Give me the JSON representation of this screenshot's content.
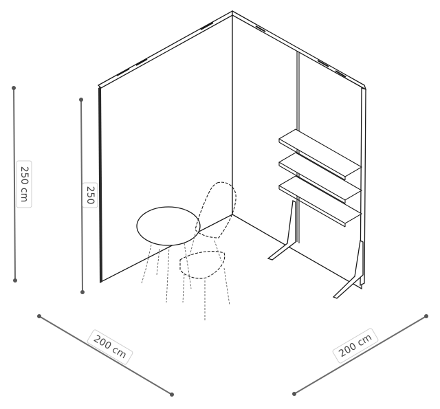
{
  "dimensions": {
    "total_height": "250 cm",
    "wall_height": "250",
    "width_left": "200 cm",
    "width_right": "200 cm"
  },
  "colors": {
    "line": "#1a1a1a",
    "dimension": "#6b6b6b",
    "background": "#ffffff"
  }
}
